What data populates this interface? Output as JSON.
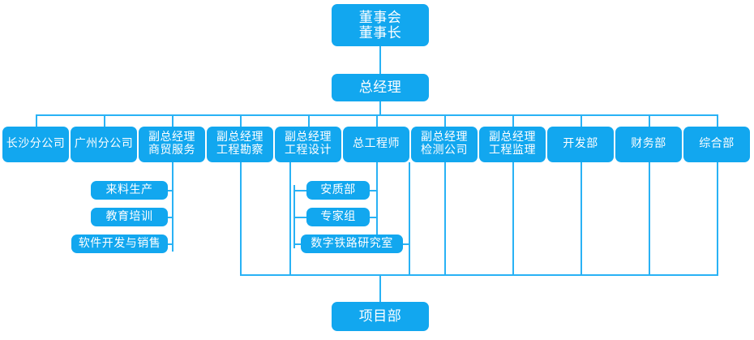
{
  "diagram": {
    "title": "Organization Chart",
    "accent_color": "#12a7ef",
    "line_color": "#29b2f5",
    "text_color": "#ffffff",
    "background_color": "#ffffff"
  },
  "root": {
    "line1": "董事会",
    "line2": "董事长"
  },
  "general_manager": {
    "label": "总经理"
  },
  "departments": [
    {
      "line1": "长沙分公司",
      "line2": ""
    },
    {
      "line1": "广州分公司",
      "line2": ""
    },
    {
      "line1": "副总经理",
      "line2": "商贸服务"
    },
    {
      "line1": "副总经理",
      "line2": "工程勘察"
    },
    {
      "line1": "副总经理",
      "line2": "工程设计"
    },
    {
      "line1": "总工程师",
      "line2": ""
    },
    {
      "line1": "副总经理",
      "line2": "检测公司"
    },
    {
      "line1": "副总经理",
      "line2": "工程监理"
    },
    {
      "line1": "开发部",
      "line2": ""
    },
    {
      "line1": "财务部",
      "line2": ""
    },
    {
      "line1": "综合部",
      "line2": ""
    }
  ],
  "trade_sub": [
    {
      "label": "来料生产"
    },
    {
      "label": "教育培训"
    },
    {
      "label": "软件开发与销售"
    }
  ],
  "chief_engineer_sub": [
    {
      "label": "安质部"
    },
    {
      "label": "专家组"
    },
    {
      "label": "数字铁路研究室"
    }
  ],
  "project": {
    "label": "项目部"
  }
}
